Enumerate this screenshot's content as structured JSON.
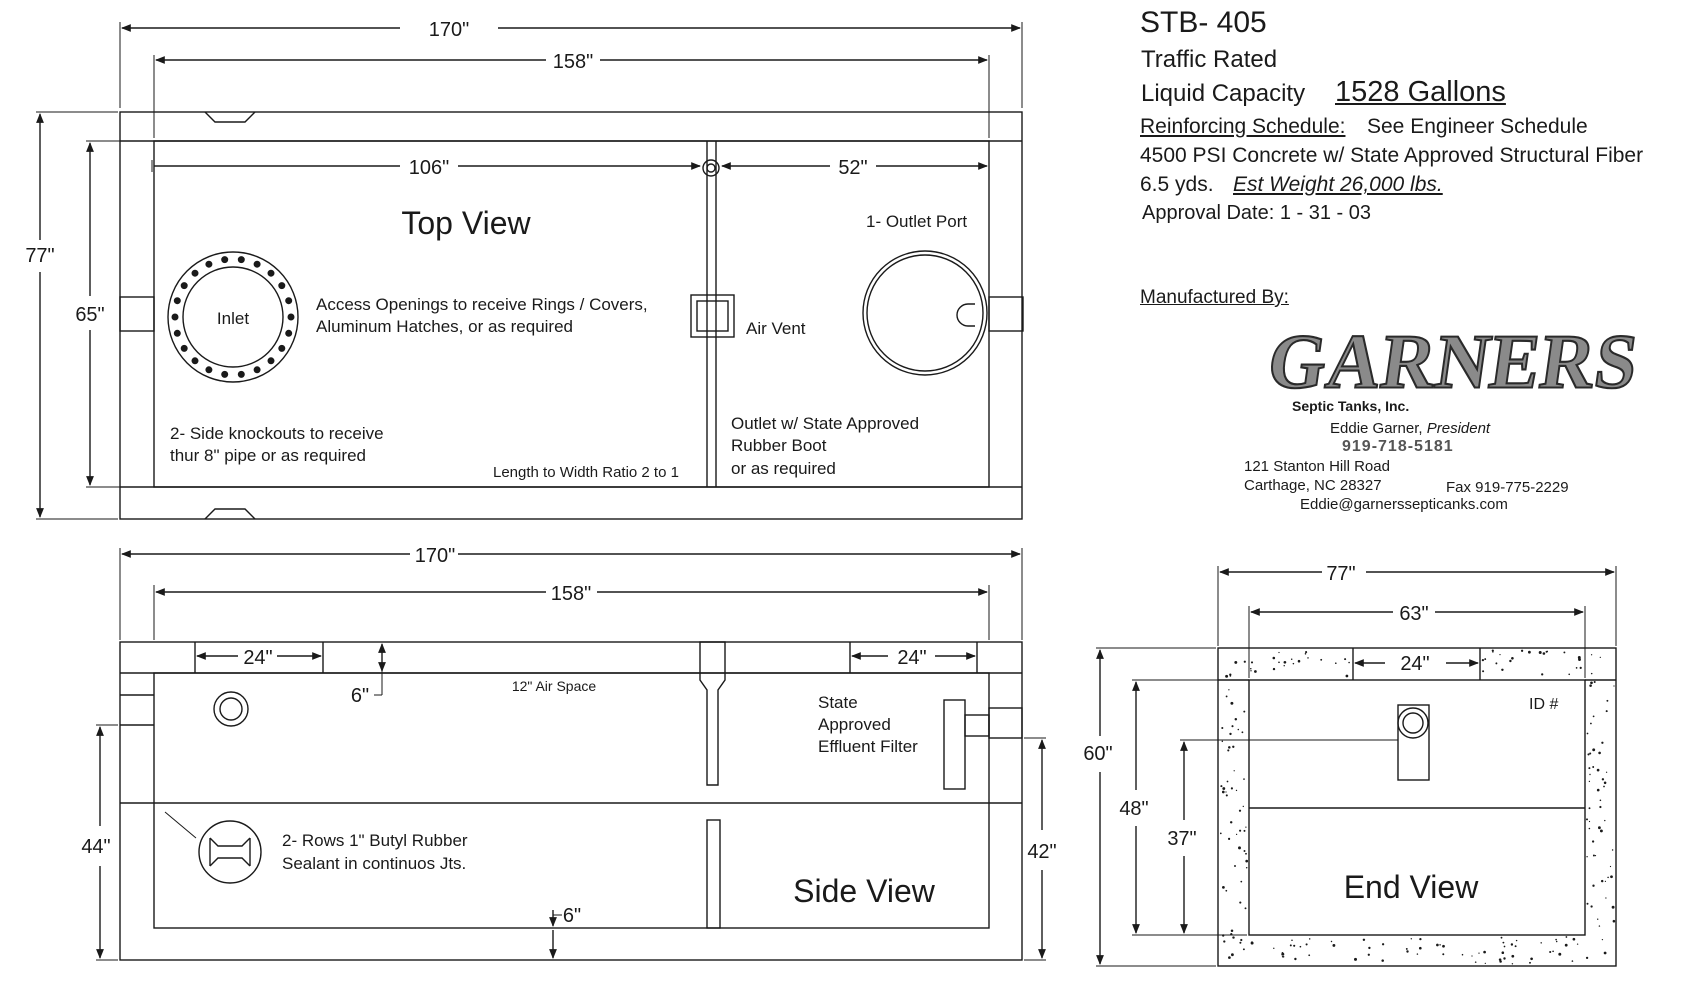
{
  "header": {
    "model": "STB- 405",
    "traffic": "Traffic Rated",
    "capacity_label": "Liquid Capacity",
    "capacity_value": "1528 Gallons",
    "reinforcing_label": "Reinforcing Schedule:",
    "reinforcing_value": "See Engineer Schedule",
    "concrete": "4500 PSI Concrete w/ State Approved Structural Fiber",
    "yards": "6.5 yds.",
    "weight": "Est Weight  26,000 lbs.",
    "approval": "Approval Date: 1 - 31 - 03",
    "manufactured_by": "Manufactured By:"
  },
  "manufacturer": {
    "logo": "GARNERS",
    "company": "Septic Tanks, Inc.",
    "contact_name": "Eddie Garner,",
    "contact_title": "President",
    "phone": "919-718-5181",
    "address1": "121 Stanton Hill Road",
    "address2": "Carthage, NC 28327",
    "fax": "Fax 919-775-2229",
    "email": "Eddie@garnerssepticanks.com"
  },
  "top_view": {
    "title": "Top View",
    "dim_outer_length": "170\"",
    "dim_inner_length": "158\"",
    "dim_inlet_section": "106\"",
    "dim_outlet_section": "52\"",
    "dim_outer_width": "77\"",
    "dim_inner_width": "65\"",
    "inlet": "Inlet",
    "access_note_1": "Access Openings to receive Rings / Covers,",
    "access_note_2": "Aluminum Hatches, or as required",
    "air_vent": "Air Vent",
    "outlet_port": "1- Outlet Port",
    "knockout_1": "2- Side knockouts to receive",
    "knockout_2": "thur 8\" pipe or as required",
    "outlet_note_1": "Outlet w/ State Approved",
    "outlet_note_2": "Rubber Boot",
    "outlet_note_3": "or as required",
    "ratio": "Length to Width Ratio 2 to 1"
  },
  "side_view": {
    "title": "Side View",
    "dim_outer_length": "170\"",
    "dim_inner_length": "158\"",
    "dim_opening_left": "24\"",
    "dim_opening_right": "24\"",
    "dim_lid": "6\"",
    "dim_floor": "6\"",
    "dim_inlet_height": "44\"",
    "dim_outlet_height": "42\"",
    "air_space": "12\" Air Space",
    "filter_1": "State",
    "filter_2": "Approved",
    "filter_3": "Effluent Filter",
    "sealant_1": "2- Rows 1\" Butyl Rubber",
    "sealant_2": "Sealant in continuos Jts."
  },
  "end_view": {
    "title": "End View",
    "dim_outer_width": "77\"",
    "dim_inner_width": "63\"",
    "dim_opening": "24\"",
    "dim_height": "60\"",
    "dim_inner_height": "48\"",
    "dim_outlet_height": "37\"",
    "id_label": "ID #"
  }
}
